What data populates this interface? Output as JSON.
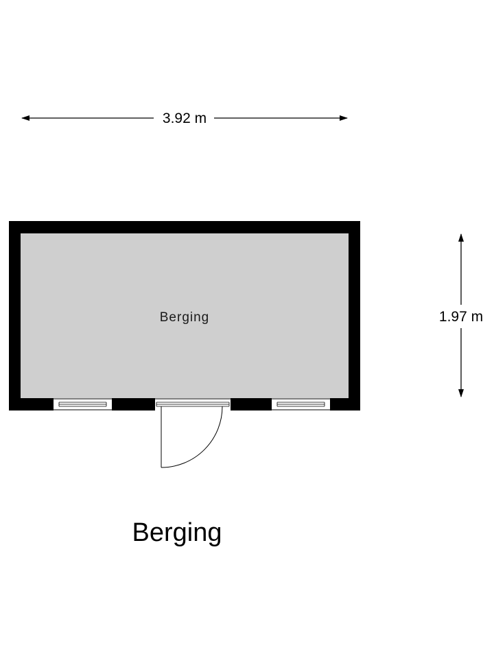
{
  "plan": {
    "title": "Berging",
    "colors": {
      "wall": "#000000",
      "floor": "#cfcfcf",
      "background": "#ffffff",
      "line": "#000000"
    }
  },
  "dimensions": {
    "width": "3.92 m",
    "depth": "1.97 m"
  },
  "rooms": [
    {
      "name": "Berging"
    }
  ]
}
